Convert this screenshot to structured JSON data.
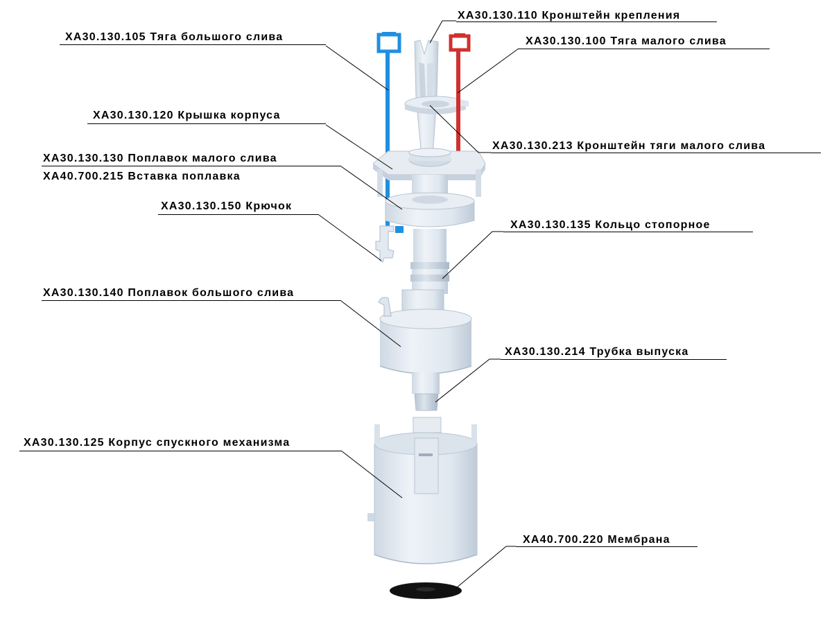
{
  "colors": {
    "line": "#000000",
    "blue_rod": "#1f8fe0",
    "red_rod": "#d0302f",
    "plastic_light": "#e4ebf3",
    "plastic_mid": "#ccd6e2",
    "plastic_dark": "#aebccb",
    "membrane": "#111111"
  },
  "parts": {
    "p110": "XA30.130.110 Кронштейн крепления",
    "p105": "XA30.130.105 Тяга большого слива",
    "p100": "XA30.130.100 Тяга малого слива",
    "p120": "XA30.130.120 Крышка корпуса",
    "p213": "XA30.130.213 Кронштейн тяги малого слива",
    "p130": "XA30.130.130 Поплавок малого слива",
    "p215": "XA40.700.215 Вставка поплавка",
    "p150": "XA30.130.150 Крючок",
    "p135": "XA30.130.135 Кольцо стопорное",
    "p140": "XA30.130.140 Поплавок большого слива",
    "p214": "XA30.130.214 Трубка выпуска",
    "p125": "XA30.130.125 Корпус спускного механизма",
    "p220": "XA40.700.220 Мембрана"
  }
}
